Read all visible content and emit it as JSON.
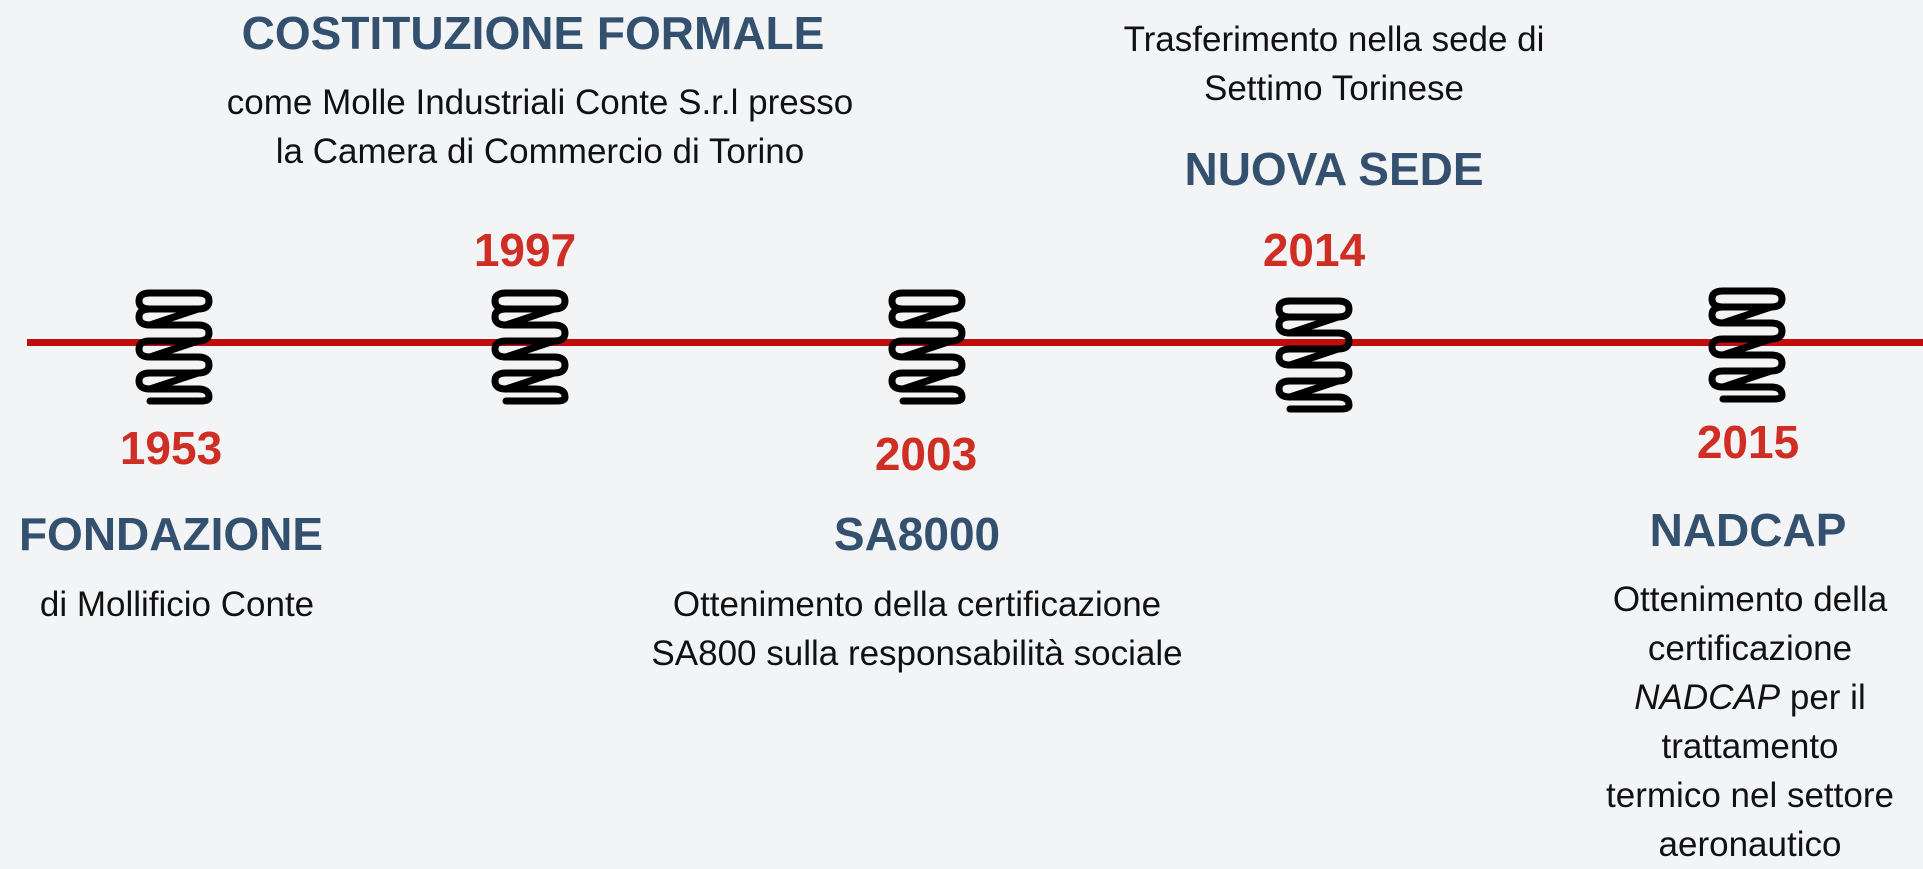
{
  "events": [
    {
      "year": "1953",
      "title": "FONDAZIONE",
      "description_lines": [
        "di Mollificio Conte"
      ]
    },
    {
      "year": "1997",
      "title": "COSTITUZIONE FORMALE",
      "description_lines": [
        "come Molle Industriali Conte S.r.l presso",
        "la Camera di Commercio di Torino"
      ]
    },
    {
      "year": "2003",
      "title": "SA8000",
      "description_lines": [
        "Ottenimento della certificazione",
        "SA800 sulla responsabilità sociale"
      ]
    },
    {
      "year": "2014",
      "title": "NUOVA SEDE",
      "description_lines": [
        "Trasferimento nella sede di",
        "Settimo Torinese"
      ]
    },
    {
      "year": "2015",
      "title": "NADCAP",
      "description_lines": [
        "Ottenimento della",
        "certificazione",
        "NADCAP",
        " per il",
        "trattamento",
        "termico nel settore",
        "aeronautico"
      ]
    }
  ],
  "icon": "spring-icon",
  "colors": {
    "background": "#f3f4f6",
    "timeline": "#c00d0d",
    "year": "#cf2e24",
    "title": "#33506f",
    "text": "#111111"
  }
}
